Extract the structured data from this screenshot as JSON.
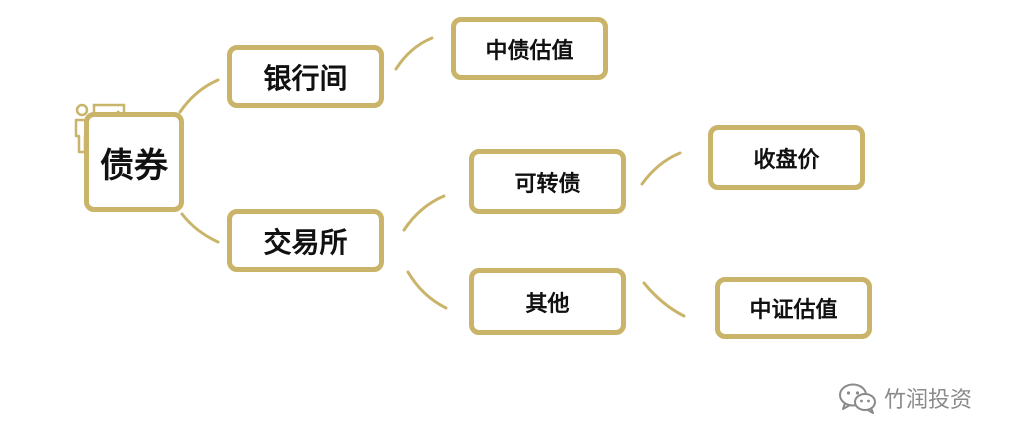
{
  "accent_color": "#c9b46a",
  "nodes": {
    "root": "债券",
    "interbank": "银行间",
    "exchange": "交易所",
    "chinabond_valuation": "中债估值",
    "convertible_bond": "可转债",
    "other": "其他",
    "closing_price": "收盘价",
    "csi_valuation": "中证估值"
  },
  "icons": {
    "root": "presenter-chart-icon",
    "watermark": "wechat-icon"
  },
  "watermark": {
    "text": "竹润投资"
  }
}
